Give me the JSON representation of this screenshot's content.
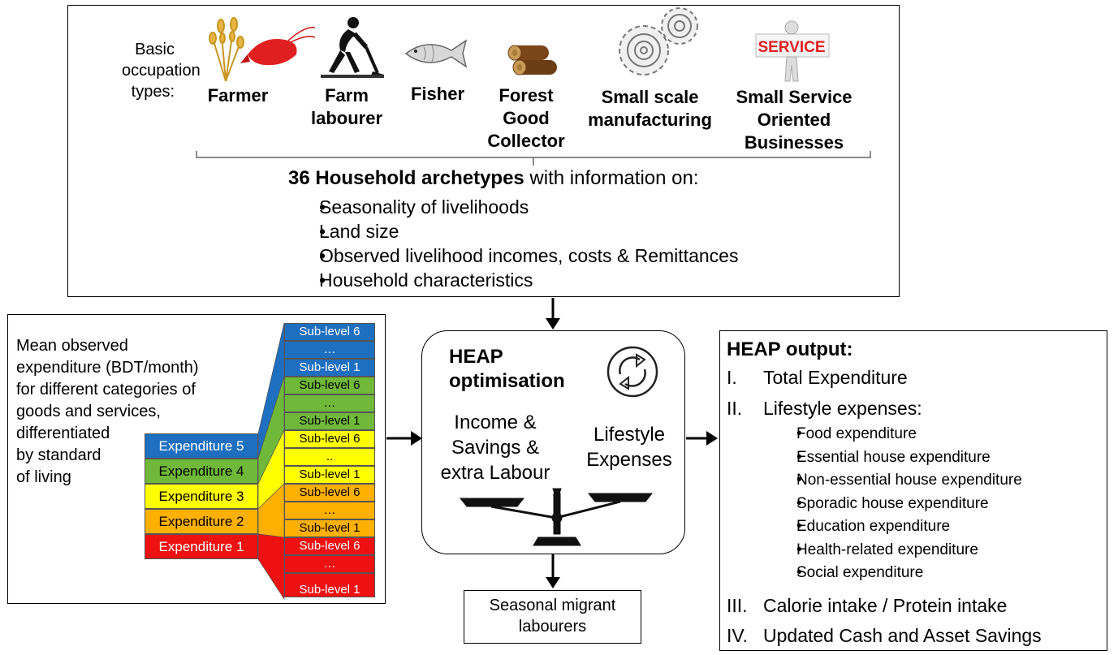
{
  "occupations": {
    "intro_line1": "Basic",
    "intro_line2": "occupation",
    "intro_line3": "types:",
    "items": [
      {
        "label": "Farmer",
        "icon": "wheat-shrimp-icon"
      },
      {
        "label_lines": [
          "Farm",
          "labourer"
        ],
        "icon": "labourer-digging-icon"
      },
      {
        "label": "Fisher",
        "icon": "fish-icon"
      },
      {
        "label_lines": [
          "Forest",
          "Good",
          "Collector"
        ],
        "icon": "logs-icon"
      },
      {
        "label_lines": [
          "Small scale",
          "manufacturing"
        ],
        "icon": "gears-icon"
      },
      {
        "label_lines": [
          "Small Service",
          "Oriented",
          "Businesses"
        ],
        "icon": "service-sign-icon",
        "icon_text": "SERVICE"
      }
    ]
  },
  "archetypes": {
    "heading_bold": "36 Household archetypes",
    "heading_rest": " with information on:",
    "items": [
      "Seasonality of livelihoods",
      "Land size",
      "Observed livelihood incomes, costs & Remittances",
      "Household characteristics"
    ]
  },
  "expenditure": {
    "description_lines": [
      "Mean observed",
      "expenditure (BDT/month)",
      "for different categories of",
      "goods and services,",
      "differentiated",
      "by standard",
      "of living"
    ],
    "levels": [
      {
        "label": "Expenditure 5",
        "color": "#1f6fc0"
      },
      {
        "label": "Expenditure 4",
        "color": "#6fb83a"
      },
      {
        "label": "Expenditure 3",
        "color": "#ffff00"
      },
      {
        "label": "Expenditure 2",
        "color": "#ffb000"
      },
      {
        "label": "Expenditure 1",
        "color": "#ee1111"
      }
    ],
    "sublevels": [
      {
        "label": "Sub-level 6",
        "color": "#1f6fc0"
      },
      {
        "label": "…",
        "color": "#1f6fc0"
      },
      {
        "label": "Sub-level 1",
        "color": "#1f6fc0"
      },
      {
        "label": "Sub-level  6",
        "color": "#6fb83a"
      },
      {
        "label": "…",
        "color": "#6fb83a"
      },
      {
        "label": "Sub-level 1",
        "color": "#6fb83a"
      },
      {
        "label": "Sub-level 6",
        "color": "#ffff00"
      },
      {
        "label": "..",
        "color": "#ffff00"
      },
      {
        "label": "Sub-level 1",
        "color": "#ffff00"
      },
      {
        "label": "Sub-level 6",
        "color": "#ffb000"
      },
      {
        "label": "…",
        "color": "#ffb000"
      },
      {
        "label": "Sub-level 1",
        "color": "#ffb000"
      },
      {
        "label": "Sub-level 6",
        "color": "#ee1111"
      },
      {
        "label": "…",
        "color": "#ee1111"
      },
      {
        "label": "Sub-level 1",
        "color": "#ee1111"
      }
    ]
  },
  "heap": {
    "title_line1": "HEAP",
    "title_line2": "optimisation",
    "left_lines": [
      "Income &",
      "Savings &",
      "extra Labour"
    ],
    "right_lines": [
      "Lifestyle",
      "Expenses"
    ],
    "icon": "refresh-cycle-icon",
    "scale_icon": "balance-scale-icon"
  },
  "migrant": {
    "lines": [
      "Seasonal migrant",
      "labourers"
    ]
  },
  "output": {
    "title": "HEAP output:",
    "roman": [
      {
        "num": "I.",
        "text": "Total Expenditure"
      },
      {
        "num": "II.",
        "text": "Lifestyle expenses:"
      },
      {
        "num": "III.",
        "text": "Calorie intake / Protein intake"
      },
      {
        "num": "IV.",
        "text": "Updated Cash and Asset Savings"
      }
    ],
    "lifestyle_items": [
      "Food expenditure",
      "Essential house expenditure",
      "Non-essential house expenditure",
      "Sporadic house expenditure",
      "Education expenditure",
      "Health-related expenditure",
      "Social expenditure"
    ]
  }
}
